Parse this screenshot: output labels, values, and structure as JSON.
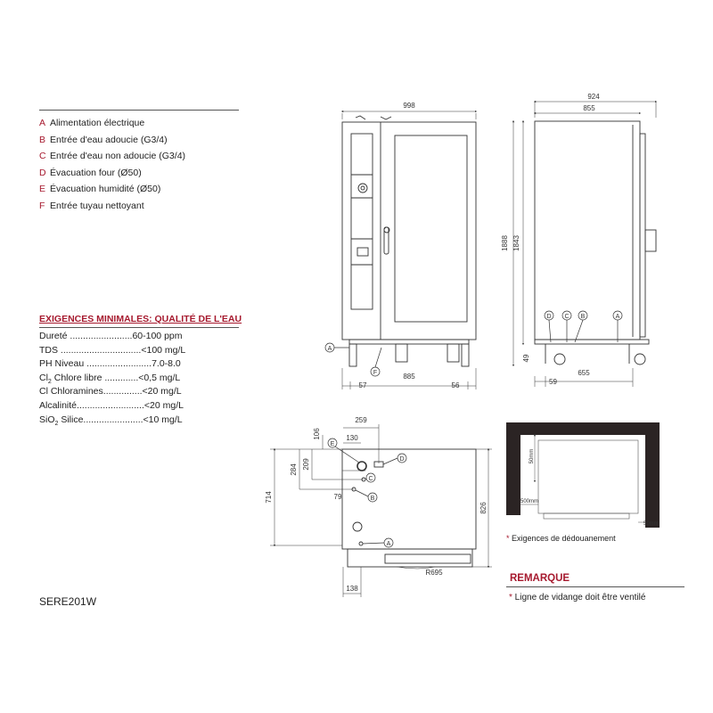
{
  "legend": [
    {
      "letter": "A",
      "label": "Alimentation électrique"
    },
    {
      "letter": "B",
      "label": "Entrée d'eau adoucie (G3/4)"
    },
    {
      "letter": "C",
      "label": "Entrée d'eau non adoucie (G3/4)"
    },
    {
      "letter": "D",
      "label": "Évacuation four (Ø50)"
    },
    {
      "letter": "E",
      "label": "Évacuation humidité (Ø50)"
    },
    {
      "letter": "F",
      "label": "Entrée tuyau nettoyant"
    }
  ],
  "requirements": {
    "title": "EXIGENCES MINIMALES: QUALITÉ DE L'EAU",
    "rows": [
      {
        "pre": "Dureté",
        "sub": "",
        "post": " ........................",
        "value": "60-100 ppm"
      },
      {
        "pre": "TDS",
        "sub": "",
        "post": " ...............................",
        "value": "<100 mg/L"
      },
      {
        "pre": "PH Niveau",
        "sub": "",
        "post": " .........................",
        "value": "7.0-8.0"
      },
      {
        "pre": "Cl",
        "sub": "2",
        "post": " Chlore libre .............",
        "value": "<0,5 mg/L"
      },
      {
        "pre": "Cl Chloramines",
        "sub": "",
        "post": "...............",
        "value": "<20 mg/L"
      },
      {
        "pre": "Alcalinité",
        "sub": "",
        "post": "..........................",
        "value": "<20 mg/L"
      },
      {
        "pre": "SiO",
        "sub": "2",
        "post": " Silice.......................",
        "value": "<10 mg/L"
      }
    ]
  },
  "model": "SERE201W",
  "customs_note": {
    "star": "*",
    "text": " Exigences de dédouanement"
  },
  "remark": {
    "title": "REMARQUE",
    "star": "*",
    "text": " Ligne de vidange doit être ventilé"
  },
  "front_view": {
    "width": "998",
    "height_outer": "1888",
    "height_inner": "1843",
    "left_offset": "57",
    "base_width": "885",
    "right_offset": "56"
  },
  "side_view": {
    "width": "924",
    "inner_width": "855",
    "foot": "49",
    "left_offset": "59",
    "base_depth": "655"
  },
  "top_view": {
    "dim_259": "259",
    "dim_130": "130",
    "dim_106": "106",
    "dim_284": "284",
    "dim_209": "209",
    "dim_79": "79",
    "dim_714": "714",
    "dim_826": "826",
    "radius": "R695",
    "dim_138": "138"
  },
  "clearance": {
    "top": "50mm",
    "left": "500mm",
    "right": "50mm"
  },
  "markers": {
    "A": "A",
    "B": "B",
    "C": "C",
    "D": "D",
    "E": "E",
    "F": "F"
  }
}
